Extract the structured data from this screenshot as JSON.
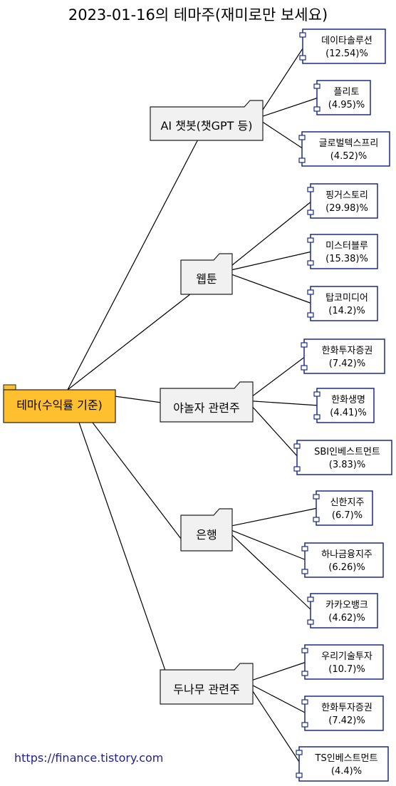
{
  "title": "2023-01-16의 테마주(재미로만 보세요)",
  "footer_url": "https://finance.tistory.com",
  "colors": {
    "root_fill": "#FEC02F",
    "folder_fill": "#F1F1F1",
    "stock_border": "#1A2B8C",
    "line": "#000000",
    "url": "#1F1F8F"
  },
  "root": {
    "label": "테마(수익률 기준)",
    "icon": "folder-icon"
  },
  "themes": [
    {
      "label": "AI 챗봇(챗GPT 등)",
      "icon": "folder-icon",
      "stocks": [
        {
          "name": "데이타솔루션",
          "return": "(12.54)%",
          "icon": "component-icon"
        },
        {
          "name": "플리토",
          "return": "(4.95)%",
          "icon": "component-icon"
        },
        {
          "name": "글로벌텍스프리",
          "return": "(4.52)%",
          "icon": "component-icon"
        }
      ]
    },
    {
      "label": "웹툰",
      "icon": "folder-icon",
      "stocks": [
        {
          "name": "핑거스토리",
          "return": "(29.98)%",
          "icon": "component-icon"
        },
        {
          "name": "미스터블루",
          "return": "(15.38)%",
          "icon": "component-icon"
        },
        {
          "name": "탑코미디어",
          "return": "(14.2)%",
          "icon": "component-icon"
        }
      ]
    },
    {
      "label": "야놀자 관련주",
      "icon": "folder-icon",
      "stocks": [
        {
          "name": "한화투자증권",
          "return": "(7.42)%",
          "icon": "component-icon"
        },
        {
          "name": "한화생명",
          "return": "(4.41)%",
          "icon": "component-icon"
        },
        {
          "name": "SBI인베스트먼트",
          "return": "(3.83)%",
          "icon": "component-icon"
        }
      ]
    },
    {
      "label": "은행",
      "icon": "folder-icon",
      "stocks": [
        {
          "name": "신한지주",
          "return": "(6.7)%",
          "icon": "component-icon"
        },
        {
          "name": "하나금융지주",
          "return": "(6.26)%",
          "icon": "component-icon"
        },
        {
          "name": "카카오뱅크",
          "return": "(4.62)%",
          "icon": "component-icon"
        }
      ]
    },
    {
      "label": "두나무 관련주",
      "icon": "folder-icon",
      "stocks": [
        {
          "name": "우리기술투자",
          "return": "(10.7)%",
          "icon": "component-icon"
        },
        {
          "name": "한화투자증권",
          "return": "(7.42)%",
          "icon": "component-icon"
        },
        {
          "name": "TS인베스트먼트",
          "return": "(4.4)%",
          "icon": "component-icon"
        }
      ]
    }
  ]
}
